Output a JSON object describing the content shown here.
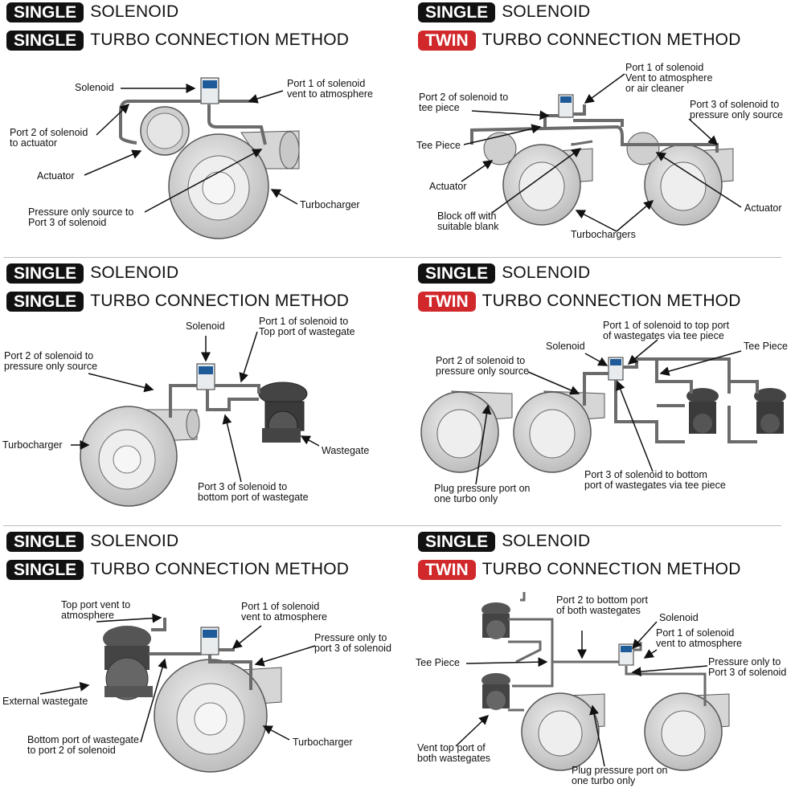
{
  "colors": {
    "badge_black": "#111111",
    "badge_red": "#d0282b",
    "hose": "#6b6b6b",
    "turbo_fill": "#d9d9d9"
  },
  "panels": [
    {
      "badge1": "SINGLE",
      "title1": "SOLENOID",
      "badge2": "SINGLE",
      "badge2_color": "black",
      "title2": "TURBO CONNECTION METHOD",
      "labels": [
        "Solenoid",
        "Port 1 of solenoid\nvent to atmosphere",
        "Port 2 of solenoid\nto actuator",
        "Actuator",
        "Turbocharger",
        "Pressure only source to\nPort 3 of solenoid"
      ]
    },
    {
      "badge1": "SINGLE",
      "title1": "SOLENOID",
      "badge2": "TWIN",
      "badge2_color": "red",
      "title2": "TURBO CONNECTION METHOD",
      "labels": [
        "Port 1 of solenoid\nVent to atmosphere\nor air cleaner",
        "Port 2 of solenoid to\ntee piece",
        "Port 3 of solenoid to\npressure only source",
        "Tee Piece",
        "Actuator",
        "Actuator",
        "Block off with\nsuitable blank",
        "Turbochargers"
      ]
    },
    {
      "badge1": "SINGLE",
      "title1": "SOLENOID",
      "badge2": "SINGLE",
      "badge2_color": "black",
      "title2": "TURBO CONNECTION METHOD",
      "labels": [
        "Solenoid",
        "Port 1 of solenoid to\nTop port of wastegate",
        "Port 2 of solenoid to\npressure only source",
        "Turbocharger",
        "Wastegate",
        "Port 3 of solenoid to\nbottom port of wastegate"
      ]
    },
    {
      "badge1": "SINGLE",
      "title1": "SOLENOID",
      "badge2": "TWIN",
      "badge2_color": "red",
      "title2": "TURBO CONNECTION METHOD",
      "labels": [
        "Port 1 of solenoid to top port\nof wastegates via tee piece",
        "Solenoid",
        "Tee Piece",
        "Port 2 of solenoid to\npressure only source",
        "Port 3 of solenoid to bottom\nport of wastegates via tee piece",
        "Plug pressure port on\none turbo only"
      ]
    },
    {
      "badge1": "SINGLE",
      "title1": "SOLENOID",
      "badge2": "SINGLE",
      "badge2_color": "black",
      "title2": "TURBO CONNECTION METHOD",
      "labels": [
        "Top port vent to\natmosphere",
        "Port 1 of solenoid\nvent to atmosphere",
        "Pressure only to\nport 3 of solenoid",
        "External wastegate",
        "Turbocharger",
        "Bottom port of wastegate\nto port 2 of solenoid"
      ]
    },
    {
      "badge1": "SINGLE",
      "title1": "SOLENOID",
      "badge2": "TWIN",
      "badge2_color": "red",
      "title2": "TURBO CONNECTION METHOD",
      "labels": [
        "Port 2 to bottom port\nof both wastegates",
        "Solenoid",
        "Port 1 of solenoid\nvent to atmosphere",
        "Tee Piece",
        "Pressure only to\nPort 3 of solenoid",
        "Vent top port of\nboth wastegates",
        "Plug pressure port on\none turbo only"
      ]
    }
  ]
}
